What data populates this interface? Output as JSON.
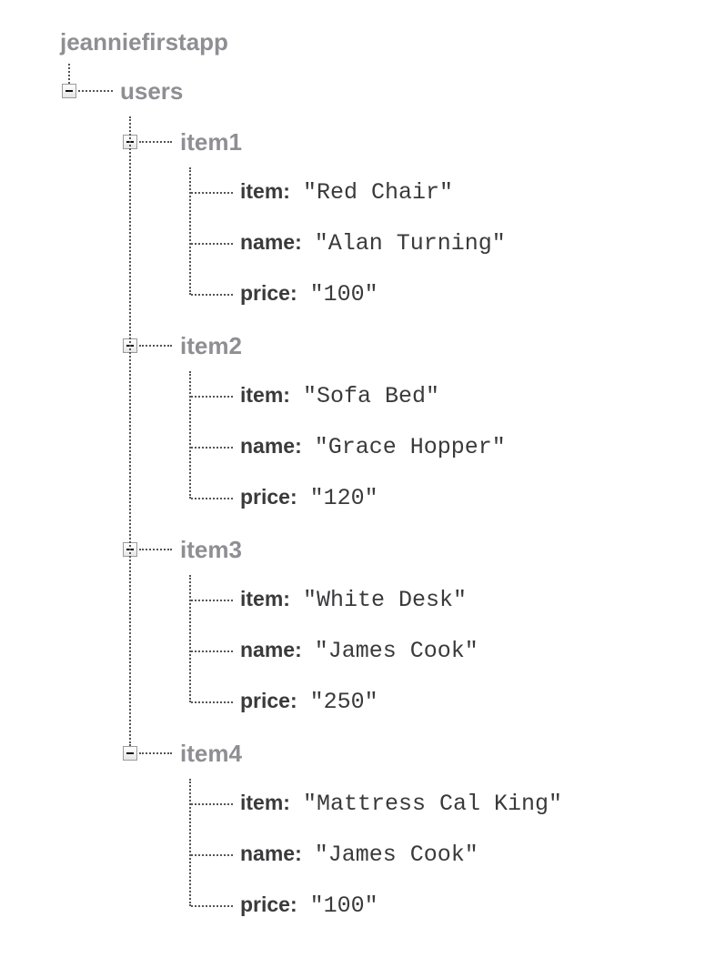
{
  "root": {
    "label": "jeanniefirstapp",
    "children": [
      {
        "label": "users",
        "children": [
          {
            "label": "item1",
            "fields": [
              {
                "key": "item",
                "value": "\"Red Chair\""
              },
              {
                "key": "name",
                "value": "\"Alan Turning\""
              },
              {
                "key": "price",
                "value": "\"100\""
              }
            ]
          },
          {
            "label": "item2",
            "fields": [
              {
                "key": "item",
                "value": "\"Sofa Bed\""
              },
              {
                "key": "name",
                "value": "\"Grace Hopper\""
              },
              {
                "key": "price",
                "value": "\"120\""
              }
            ]
          },
          {
            "label": "item3",
            "fields": [
              {
                "key": "item",
                "value": "\"White Desk\""
              },
              {
                "key": "name",
                "value": "\"James Cook\""
              },
              {
                "key": "price",
                "value": "\"250\""
              }
            ]
          },
          {
            "label": "item4",
            "fields": [
              {
                "key": "item",
                "value": "\"Mattress Cal King\""
              },
              {
                "key": "name",
                "value": "\"James Cook\""
              },
              {
                "key": "price",
                "value": "\"100\""
              }
            ]
          }
        ]
      }
    ]
  }
}
